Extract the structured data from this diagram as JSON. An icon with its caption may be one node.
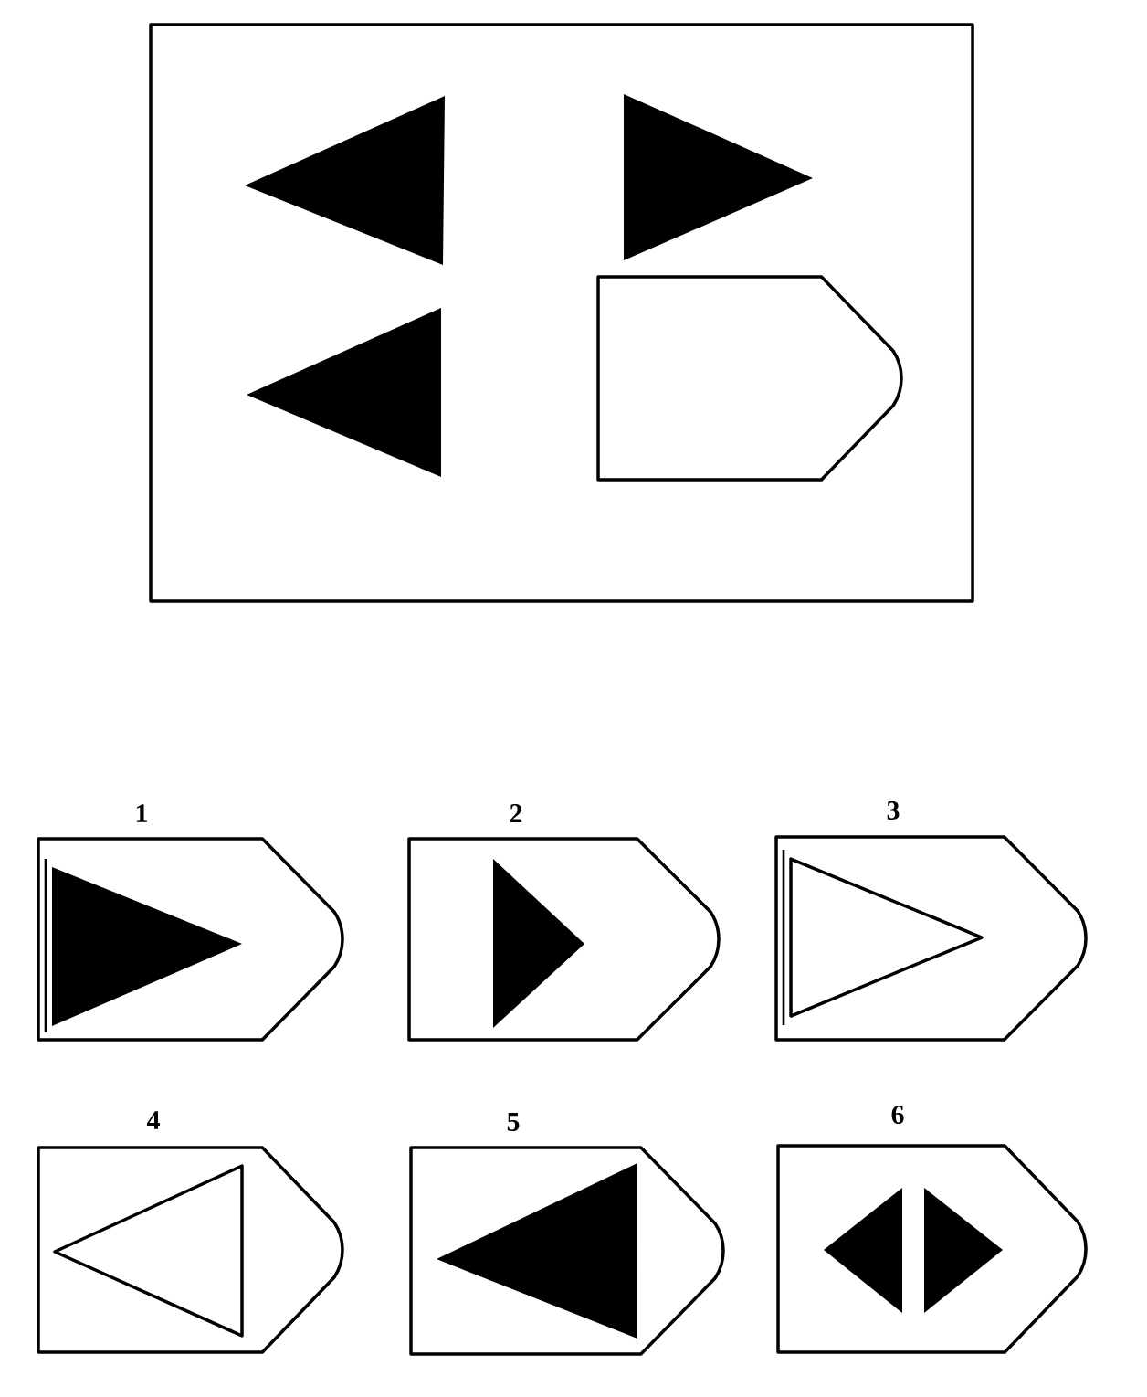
{
  "diagram": {
    "nodes": [
      {
        "text": [],
        "shape": "pentagon"
      },
      {
        "text": [
          "1"
        ]
      },
      {
        "text": [
          "2"
        ]
      },
      {
        "text": [
          "3"
        ]
      },
      {
        "text": [
          "4"
        ]
      },
      {
        "text": [
          "5"
        ]
      },
      {
        "text": [
          "6"
        ]
      }
    ]
  }
}
